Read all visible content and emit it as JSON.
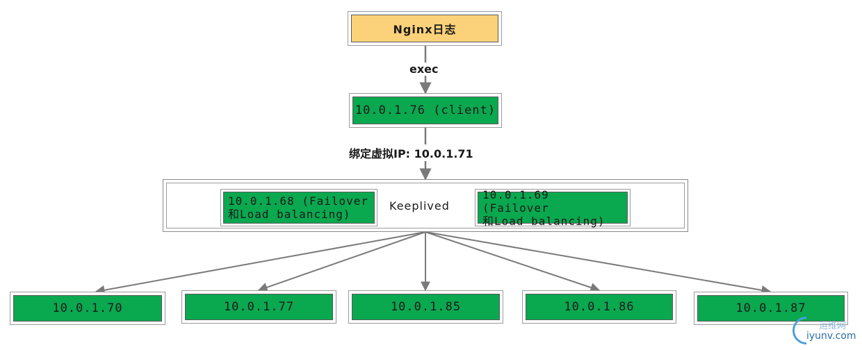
{
  "nodes": {
    "nginx_log": "Nginx日志",
    "client": "10.0.1.76 (client)",
    "keepalived": "Keeplived",
    "lb1": {
      "line1": "10.0.1.68 (Failover",
      "line2": "和Load balancing)"
    },
    "lb2": {
      "line1": "10.0.1.69 (Failover",
      "line2": "和Load balancing)"
    },
    "backends": [
      "10.0.1.70",
      "10.0.1.77",
      "10.0.1.85",
      "10.0.1.86",
      "10.0.1.87"
    ]
  },
  "edges": {
    "exec_label": "exec",
    "vip_label": "绑定虚拟IP: 10.0.1.71"
  },
  "watermark": {
    "cn": "运维网",
    "url": "iyunv.com"
  },
  "colors": {
    "source_fill": "#fbd279",
    "server_fill": "#0aa84f",
    "edge": "#7a7a7a"
  }
}
